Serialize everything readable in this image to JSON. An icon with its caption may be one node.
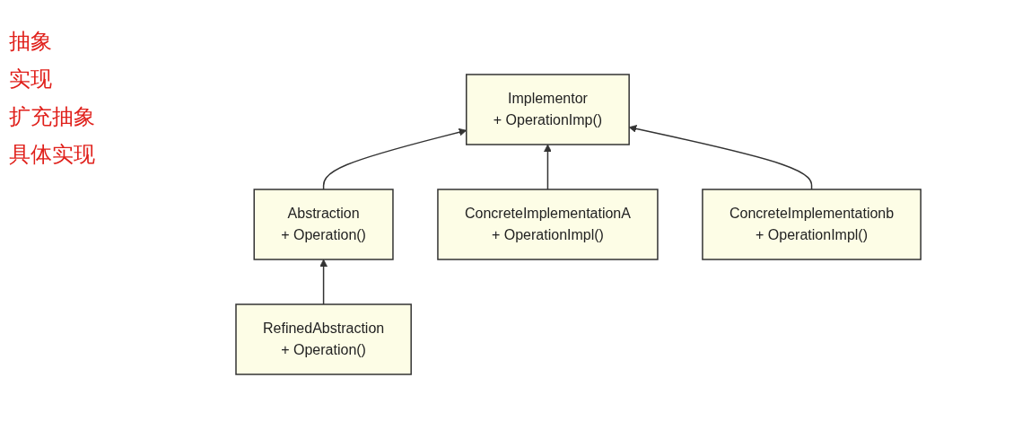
{
  "diagram": {
    "nodes": [
      {
        "text": [
          "Abstraction",
          "+ Operation()"
        ]
      },
      {
        "text": [
          "Implementor",
          "+ OperationImp()"
        ]
      },
      {
        "text": [
          "RefinedAbstraction",
          "+ Operation()"
        ]
      },
      {
        "text": [
          "ConcreteImplementationA",
          "+ OperationImpl()"
        ]
      },
      {
        "text": [
          "ConcreteImplementationb",
          "+ OperationImpl()"
        ]
      }
    ],
    "edges": [
      {
        "from": 0,
        "to": 1,
        "arrow": "to"
      },
      {
        "from": 2,
        "to": 0,
        "arrow": "to"
      },
      {
        "from": 3,
        "to": 1,
        "arrow": "to"
      },
      {
        "from": 4,
        "to": 1,
        "arrow": "to"
      }
    ],
    "labels": [
      "抽象",
      "实现",
      "扩充抽象",
      "具体实现"
    ]
  }
}
